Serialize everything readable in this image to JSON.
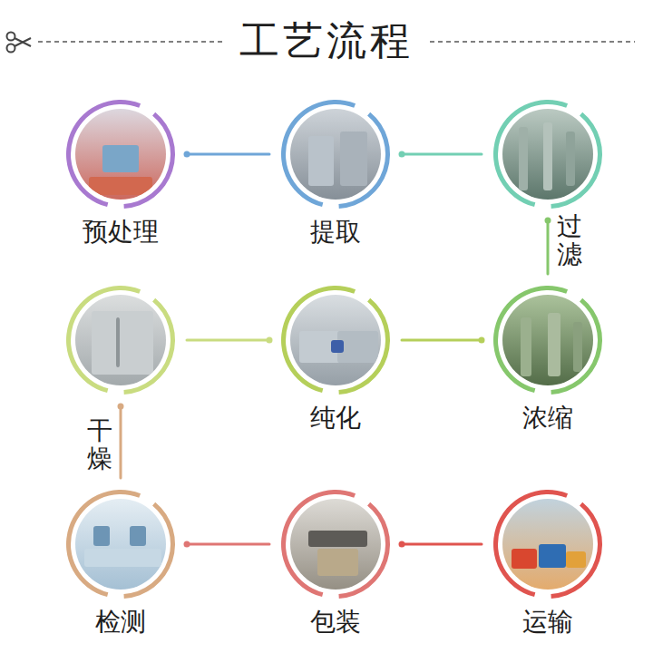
{
  "diagram": {
    "title": "工艺流程",
    "nodes": [
      {
        "text": [
          "预处理"
        ]
      },
      {
        "text": [
          "提取"
        ]
      },
      {
        "text": [
          "过滤"
        ]
      },
      {
        "text": [
          "浓缩"
        ]
      },
      {
        "text": [
          "纯化"
        ]
      },
      {
        "text": [
          "干燥"
        ]
      },
      {
        "text": [
          "检测"
        ]
      },
      {
        "text": [
          "包装"
        ]
      },
      {
        "text": [
          "运输"
        ]
      }
    ],
    "edges": [
      {
        "from": 0,
        "to": 1,
        "arrow": "none"
      },
      {
        "from": 1,
        "to": 2,
        "arrow": "none"
      },
      {
        "from": 2,
        "to": 3,
        "arrow": "none"
      },
      {
        "from": 3,
        "to": 4,
        "arrow": "none"
      },
      {
        "from": 4,
        "to": 5,
        "arrow": "none"
      },
      {
        "from": 5,
        "to": 6,
        "arrow": "none"
      },
      {
        "from": 6,
        "to": 7,
        "arrow": "none"
      },
      {
        "from": 7,
        "to": 8,
        "arrow": "none"
      }
    ]
  }
}
